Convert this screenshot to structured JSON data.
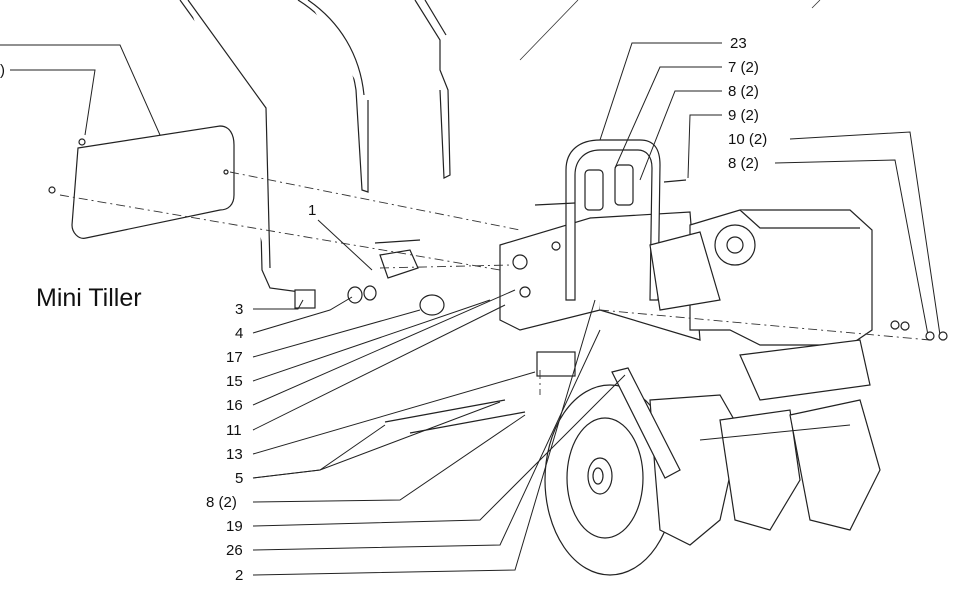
{
  "title": "Mini Tiller",
  "highlight_color": "#f5f23a",
  "callouts_left": [
    "3",
    "4",
    "17",
    "15",
    "16",
    "11",
    "13",
    "5",
    "8 (2)",
    "19",
    "26",
    "2"
  ],
  "callouts_right": [
    "23",
    "7 (2)",
    "8 (2)",
    "9 (2)",
    "10 (2)",
    "8 (2)"
  ],
  "callout_1": "1",
  "callout_edge": ")"
}
